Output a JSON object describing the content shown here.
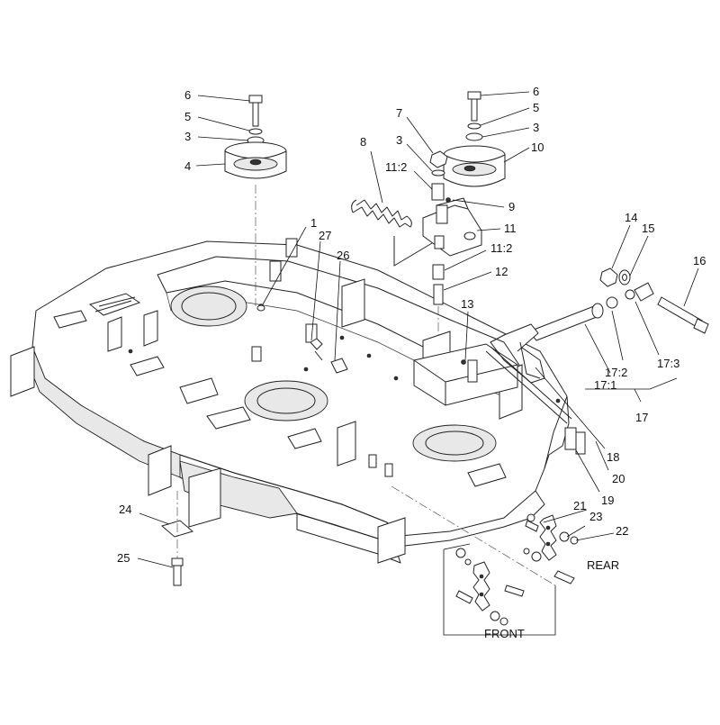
{
  "diagram": {
    "callouts": {
      "c6_left": "6",
      "c5_left": "5",
      "c3_left": "3",
      "c4": "4",
      "c6_right": "6",
      "c5_right": "5",
      "c3_right": "3",
      "c10": "10",
      "c7": "7",
      "c3_mid": "3",
      "c8": "8",
      "c11_2_top": "11:2",
      "c9": "9",
      "c11": "11",
      "c11_2_low": "11:2",
      "c12": "12",
      "c1": "1",
      "c27": "27",
      "c26": "26",
      "c13": "13",
      "c14": "14",
      "c15": "15",
      "c16": "16",
      "c17_1": "17:1",
      "c17_2": "17:2",
      "c17_3": "17:3",
      "c17": "17",
      "c18": "18",
      "c20": "20",
      "c19": "19",
      "c21": "21",
      "c23": "23",
      "c22": "22",
      "c24": "24",
      "c25": "25"
    },
    "captions": {
      "rear": "REAR",
      "front": "FRONT"
    }
  }
}
